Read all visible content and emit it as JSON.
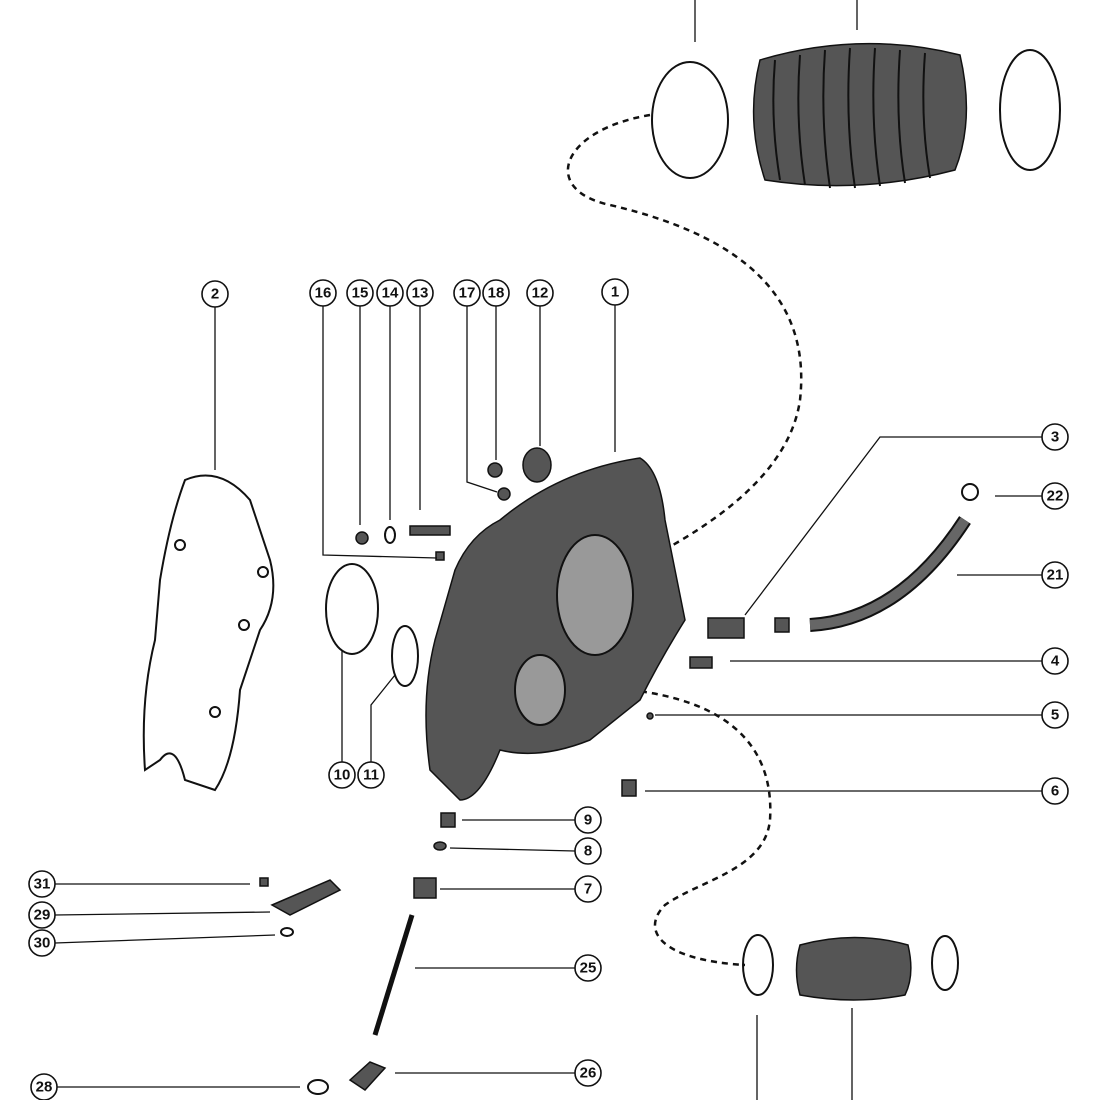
{
  "diagram": {
    "title": "",
    "callouts": [
      "1",
      "2",
      "3",
      "4",
      "5",
      "6",
      "7",
      "8",
      "9",
      "10",
      "11",
      "12",
      "13",
      "14",
      "15",
      "16",
      "17",
      "18",
      "21",
      "22",
      "25",
      "26",
      "28",
      "29",
      "30",
      "31"
    ]
  }
}
